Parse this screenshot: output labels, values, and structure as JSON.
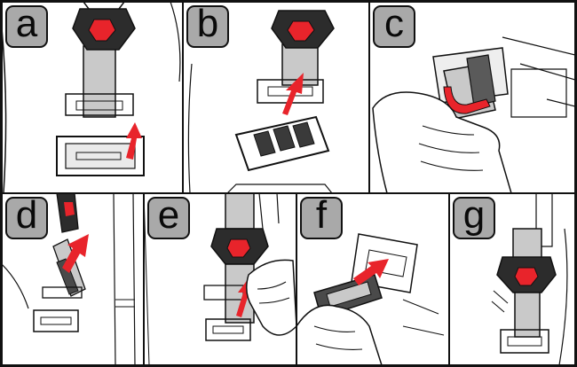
{
  "steps": [
    {
      "label": "a"
    },
    {
      "label": "b"
    },
    {
      "label": "c"
    },
    {
      "label": "d"
    },
    {
      "label": "e"
    },
    {
      "label": "f"
    },
    {
      "label": "g"
    }
  ],
  "colors": {
    "accent": "#e8242b",
    "buckle_body": "#2c2c2c",
    "strap": "#c9c9c9",
    "badge": "#a9a9a9",
    "line": "#111111"
  },
  "icons": [
    "seat-belt-buckle-icon",
    "slot-plate-icon",
    "direction-arrow-icon",
    "hand-icon"
  ]
}
